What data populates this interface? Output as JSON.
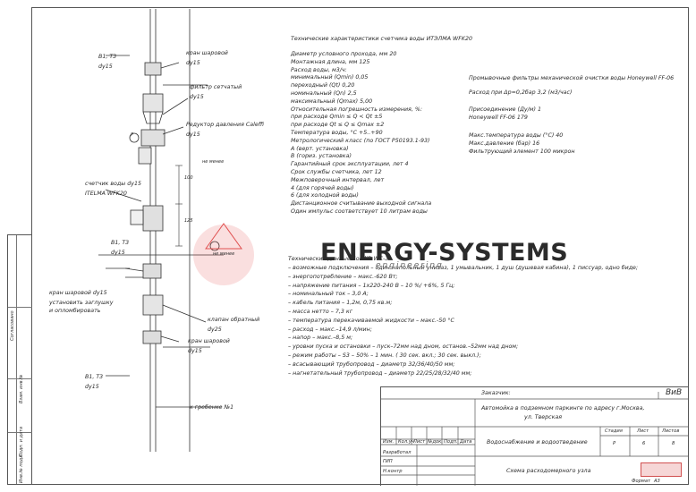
{
  "watermark": {
    "brand": "ENERGY-SYSTEMS",
    "sub": "engineering"
  },
  "labels": {
    "l1": "B1, T3",
    "l1d": "dy15",
    "kran1": "кран шаровой",
    "kran1d": "dy15",
    "filter": "фильтр сетчатый",
    "filterd": "dy15",
    "reducer": "Редуктор давления Caleffi",
    "reducerd": "dy15",
    "p": "P",
    "counter": "счетчик воды dy15",
    "counter2": "ITELMA WFK20",
    "dim100": "100",
    "dimmin": "не менее",
    "dim125": "125",
    "dimmin2": "не менее",
    "l2": "B1, T3",
    "l2d": "dy15",
    "kran2": "кран шаровой dy15",
    "install1": "установить заглушку",
    "install2": "и опломбировать",
    "klapan": "клапан обратный",
    "klapand": "dy25",
    "kran3": "кран шаровой",
    "kran3d": "dy15",
    "l3": "B1, T3",
    "l3d": "dy15",
    "grebenka": "к гребенке №1"
  },
  "spec": {
    "title": "Технические характеристики счетчика воды ИТЭЛМА WFK20",
    "rows": [
      "Диаметр условного прохода, мм      20",
      "Монтажная длина, мм                      125",
      "Расход воды, м3/ч:",
      "   минимальный (Qmin)                      0,05",
      "   переходный (Qt)                           0,20",
      "   номинальный (Qn)                        2,5",
      "   максимальный (Qmax)                   5,00",
      "Относительная погрешность измерения, %:",
      "   при расходе Qmin ≤ Q < Qt                   ±5",
      "   при расходе Qt ≤ Q ≤ Qmax                  ±2",
      "Температура воды, °С   +5..+90",
      "Метрологический класс (по ГОСТ Р50193.1-93)",
      "                                  А (верт. установка)",
      "                                  В (гориз. установка)",
      "Гарантийный срок эксплуатации, лет    4",
      "Срок службы счетчика, лет                  12",
      "Межповерочный интервал, лет",
      "                                      4 (для горячей воды)",
      "                                      6 (для холодной воды)",
      "Дистанционное считывание выходной сигнала",
      "Один импульс соответствует 10 литрам воды"
    ]
  },
  "filter_spec": {
    "title": "Промывочные фильтры механической очистки воды Honeywell FF-06",
    "r1": "Расход при Δp=0,2бар      3,2  (м3/час)",
    "r2": "Присоединение  (Ду/м)    1",
    "r3": "Honeywell FF-06   179",
    "r4": "Макс.температура воды (°C)   40",
    "r5": "Макс.давление (бар)    16",
    "r6": "Фильтрующий элемент 100 микрон"
  },
  "tech": {
    "title": "Технические данные Sololift WC-3",
    "rows": [
      "– возможные подключения – один напольный унитаз, 1 умывальник, 1 душ (душевая кабина), 1 писсуар, одно биде;",
      "– энергопотребление – макс.-620 Вт;",
      "– напряжение питания – 1x220-240 В – 10 %/ +6%, 5 Гц;",
      "– номинальный ток – 3,0 А;",
      "– кабель питания – 1,2м, 0,75 кв.м;",
      "– масса нетто – 7,3 кг",
      "– температура перекачиваемой жидкости – макс.-50 °С",
      "– расход – макс.–14,9 л/мин;",
      "– напор – макс.–8,5 м;",
      "– уровни пуска и остановки – пуск–72мм над дном, останов.–52мм над дном;",
      "– режим работы – S3 – 50% – 1 мин. ( 30 сек. вкл.; 30 сек. выкл.);",
      "– всасывающий трубопровод – диаметр 32/36/40/50 мм;",
      "– нагнетательный трубопровод – диаметр 22/25/28/32/40 мм;"
    ]
  },
  "stamp": {
    "customer": "Заказчик:",
    "code": "ВиВ",
    "project": "Автомойка в подземном паркинге по адресу г.Москва,",
    "project2": "ул. Тверская",
    "section": "Водоснабжение и водоотведение",
    "sheet_name": "Схема расходомерного узла",
    "stage_h": "Стадия",
    "sheet_h": "Лист",
    "sheets_h": "Листов",
    "stage": "Р",
    "sheet": "6",
    "sheets": "8",
    "col1": "Изм.",
    "col2": "Кол.уч",
    "col3": "Лист",
    "col4": "№док.",
    "col5": "Подп.",
    "col6": "Дата",
    "razrab": "Разработал",
    "gip": "ГИП",
    "nkontr": "Н.контр",
    "format_l": "Формат",
    "format_v": "А3"
  },
  "side": {
    "a": "Согласовано",
    "b": "Взам. инв.№",
    "c": "Подп. и дата",
    "d": "Инв.№ подл."
  }
}
